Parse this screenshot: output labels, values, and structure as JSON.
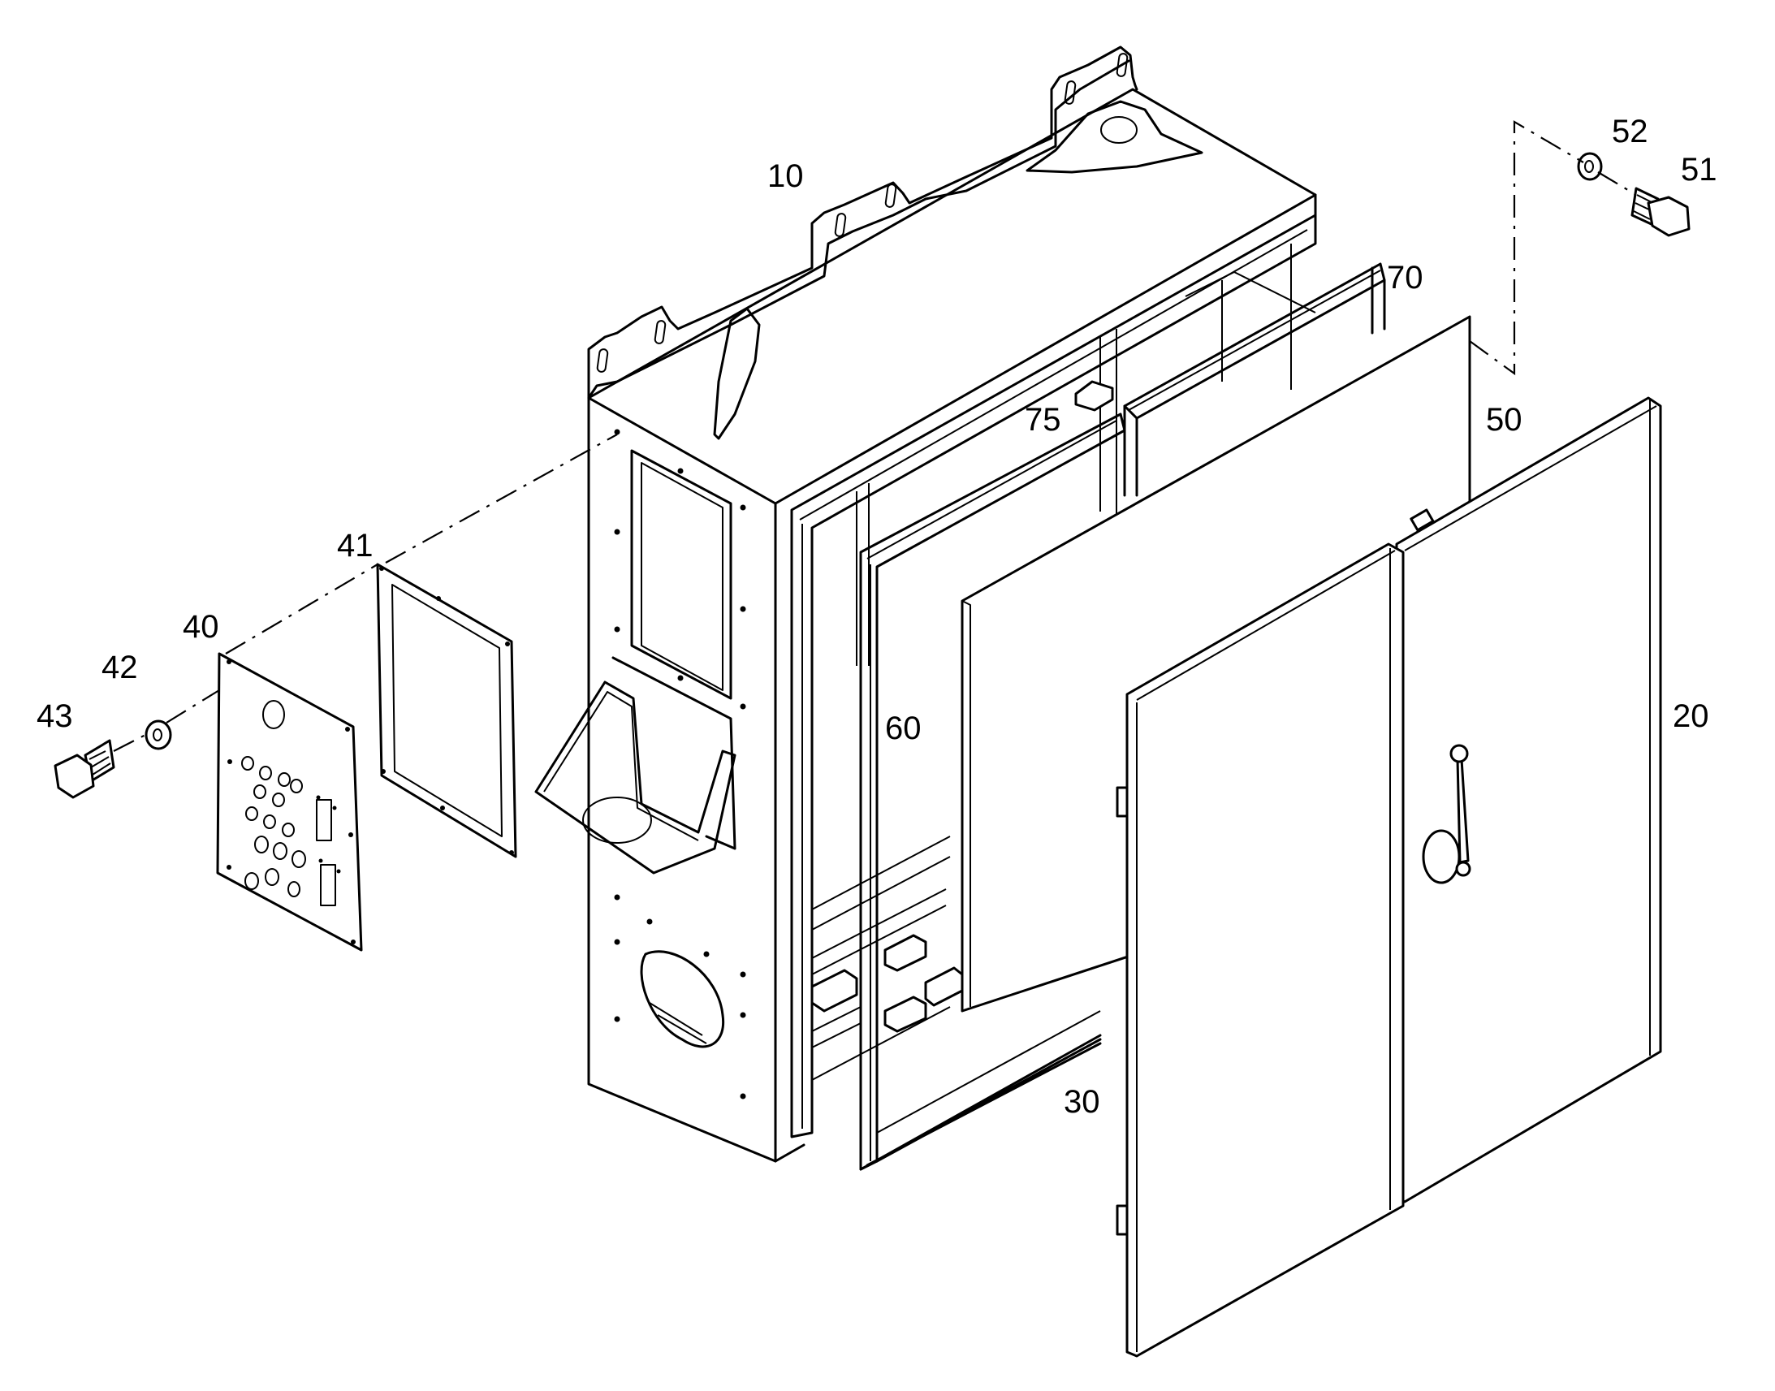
{
  "callouts": {
    "c10": "10",
    "c20": "20",
    "c30": "30",
    "c40": "40",
    "c41": "41",
    "c42": "42",
    "c43": "43",
    "c50": "50",
    "c51": "51",
    "c52": "52",
    "c60": "60",
    "c70": "70",
    "c75": "75"
  }
}
